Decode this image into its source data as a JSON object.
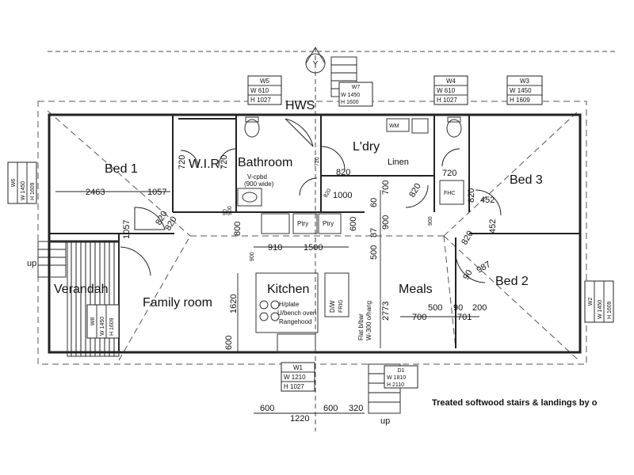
{
  "rooms": {
    "bed1": "Bed 1",
    "wir": "W.I.R.",
    "bathroom": "Bathroom",
    "hws": "HWS",
    "laundry": "L'dry",
    "linen": "Linen",
    "bed3": "Bed 3",
    "bed2": "Bed 2",
    "verandah": "Verandah",
    "family": "Family room",
    "kitchen": "Kitchen",
    "meals": "Meals"
  },
  "windows": {
    "w5": {
      "id": "W5",
      "w": "W  610",
      "h": "H  1027"
    },
    "w4": {
      "id": "W4",
      "w": "W  610",
      "h": "H  1027"
    },
    "w3": {
      "id": "W3",
      "w": "W  1450",
      "h": "H  1609"
    },
    "w1": {
      "id": "W1",
      "w": "W  1210",
      "h": "H  1027"
    },
    "w6": {
      "id": "W6",
      "w": "W  1450",
      "h": "H  1609"
    },
    "w2": {
      "id": "W2",
      "w": "W  1450",
      "h": "H  1609"
    },
    "w7": {
      "id": "W7",
      "w": "W  1450",
      "h": "H  1600"
    },
    "w8": {
      "id": "W8",
      "w": "W  1450",
      "h": "H  1609"
    },
    "d1": {
      "id": "D1",
      "w": "W  1810",
      "h": "H  2110"
    }
  },
  "labels": {
    "vcpbd": "V-cpbd",
    "vcpbd_width": "(900 wide)",
    "wm": "WM",
    "fhc": "FHC",
    "ptry1": "Ptry",
    "ptry2": "Ptry",
    "hplate": "H/plate",
    "ubench": "U/bench oven",
    "rangehood": "Rangehood",
    "dw": "D/W",
    "fridge": "FRIG",
    "bbar": "Flat b/bar",
    "ohang": "W-300 o/hang",
    "up1": "up",
    "up2": "up",
    "north": "Y",
    "footer_note": "Treated softwood stairs & landings by o"
  },
  "dims": {
    "d2463": "2463",
    "d1057a": "1057",
    "d1057b": "1057",
    "d720a": "720",
    "d720b": "720",
    "d720c": "720",
    "d720d": "720",
    "d820a": "820",
    "d820b": "820",
    "d820c": "820",
    "d820d": "820",
    "d820e": "820",
    "d820f": "820",
    "d820g": "820",
    "d1000": "1000",
    "d700a": "700",
    "d700b": "700",
    "d701": "701",
    "d60": "60",
    "d900a": "900",
    "d900b": "900",
    "d900c": "900",
    "d900d": "900",
    "d87": "87",
    "d500a": "500",
    "d500b": "500",
    "d90a": "90",
    "d90b": "90",
    "d90c": "90",
    "d200": "200",
    "d452a": "452",
    "d452b": "452",
    "d987": "987",
    "d800": "800",
    "d600a": "600",
    "d600b": "600",
    "d600c": "600",
    "d600d": "600",
    "d910": "910",
    "d1500": "1500",
    "d1620": "1620",
    "d2773": "2773",
    "d1220": "1220",
    "d320": "320"
  }
}
